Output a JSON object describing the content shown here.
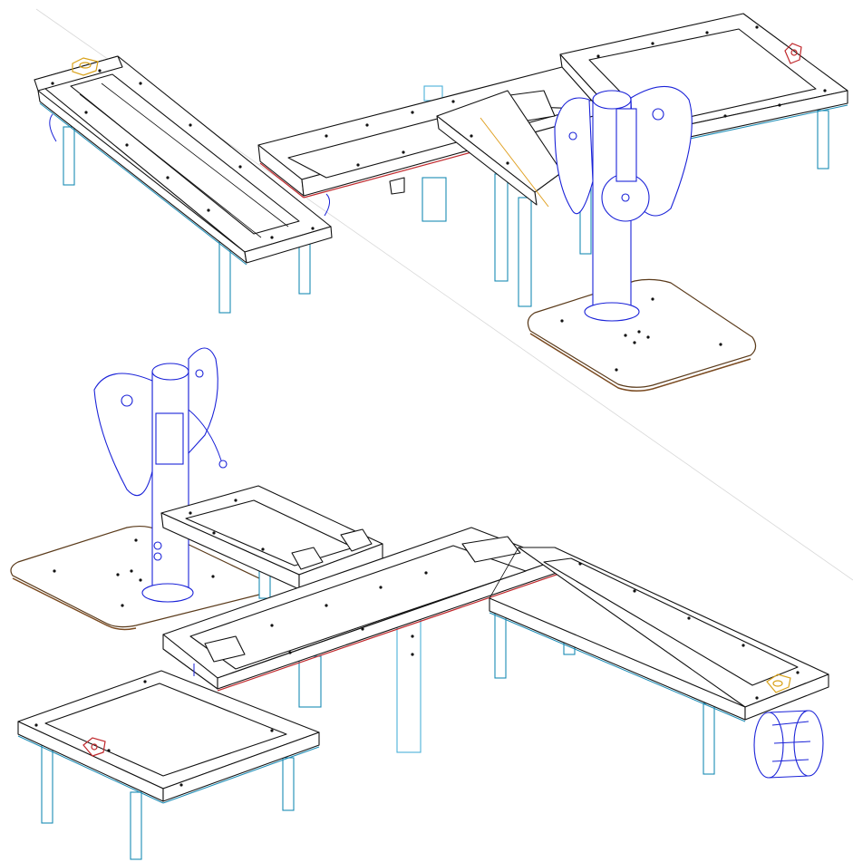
{
  "figure": {
    "views": [
      {
        "name": "top-view-isometric",
        "components": [
          "left-bench",
          "center-beam",
          "right-bench",
          "play-panel-post",
          "base-plate",
          "handle-left",
          "handle-right",
          "blue-connector"
        ]
      },
      {
        "name": "bottom-view-isometric",
        "components": [
          "rear-bench",
          "front-beam",
          "right-long-bench",
          "small-table",
          "play-panel-post",
          "base-plate",
          "water-wheel",
          "handle-left",
          "handle-right"
        ]
      }
    ]
  },
  "colors": {
    "wood_outline": "#111111",
    "leg_outline": "#1a8bb5",
    "steel_outline": "#1a22d8",
    "plate_outline": "#5a3a1a",
    "handle_red": "#c0282c",
    "handle_yellow": "#d9a21a",
    "background": "#ffffff"
  },
  "icons": {
    "play_panel": "butterfly-panel-icon",
    "wheel": "water-wheel-icon",
    "handle": "grab-handle-icon"
  }
}
